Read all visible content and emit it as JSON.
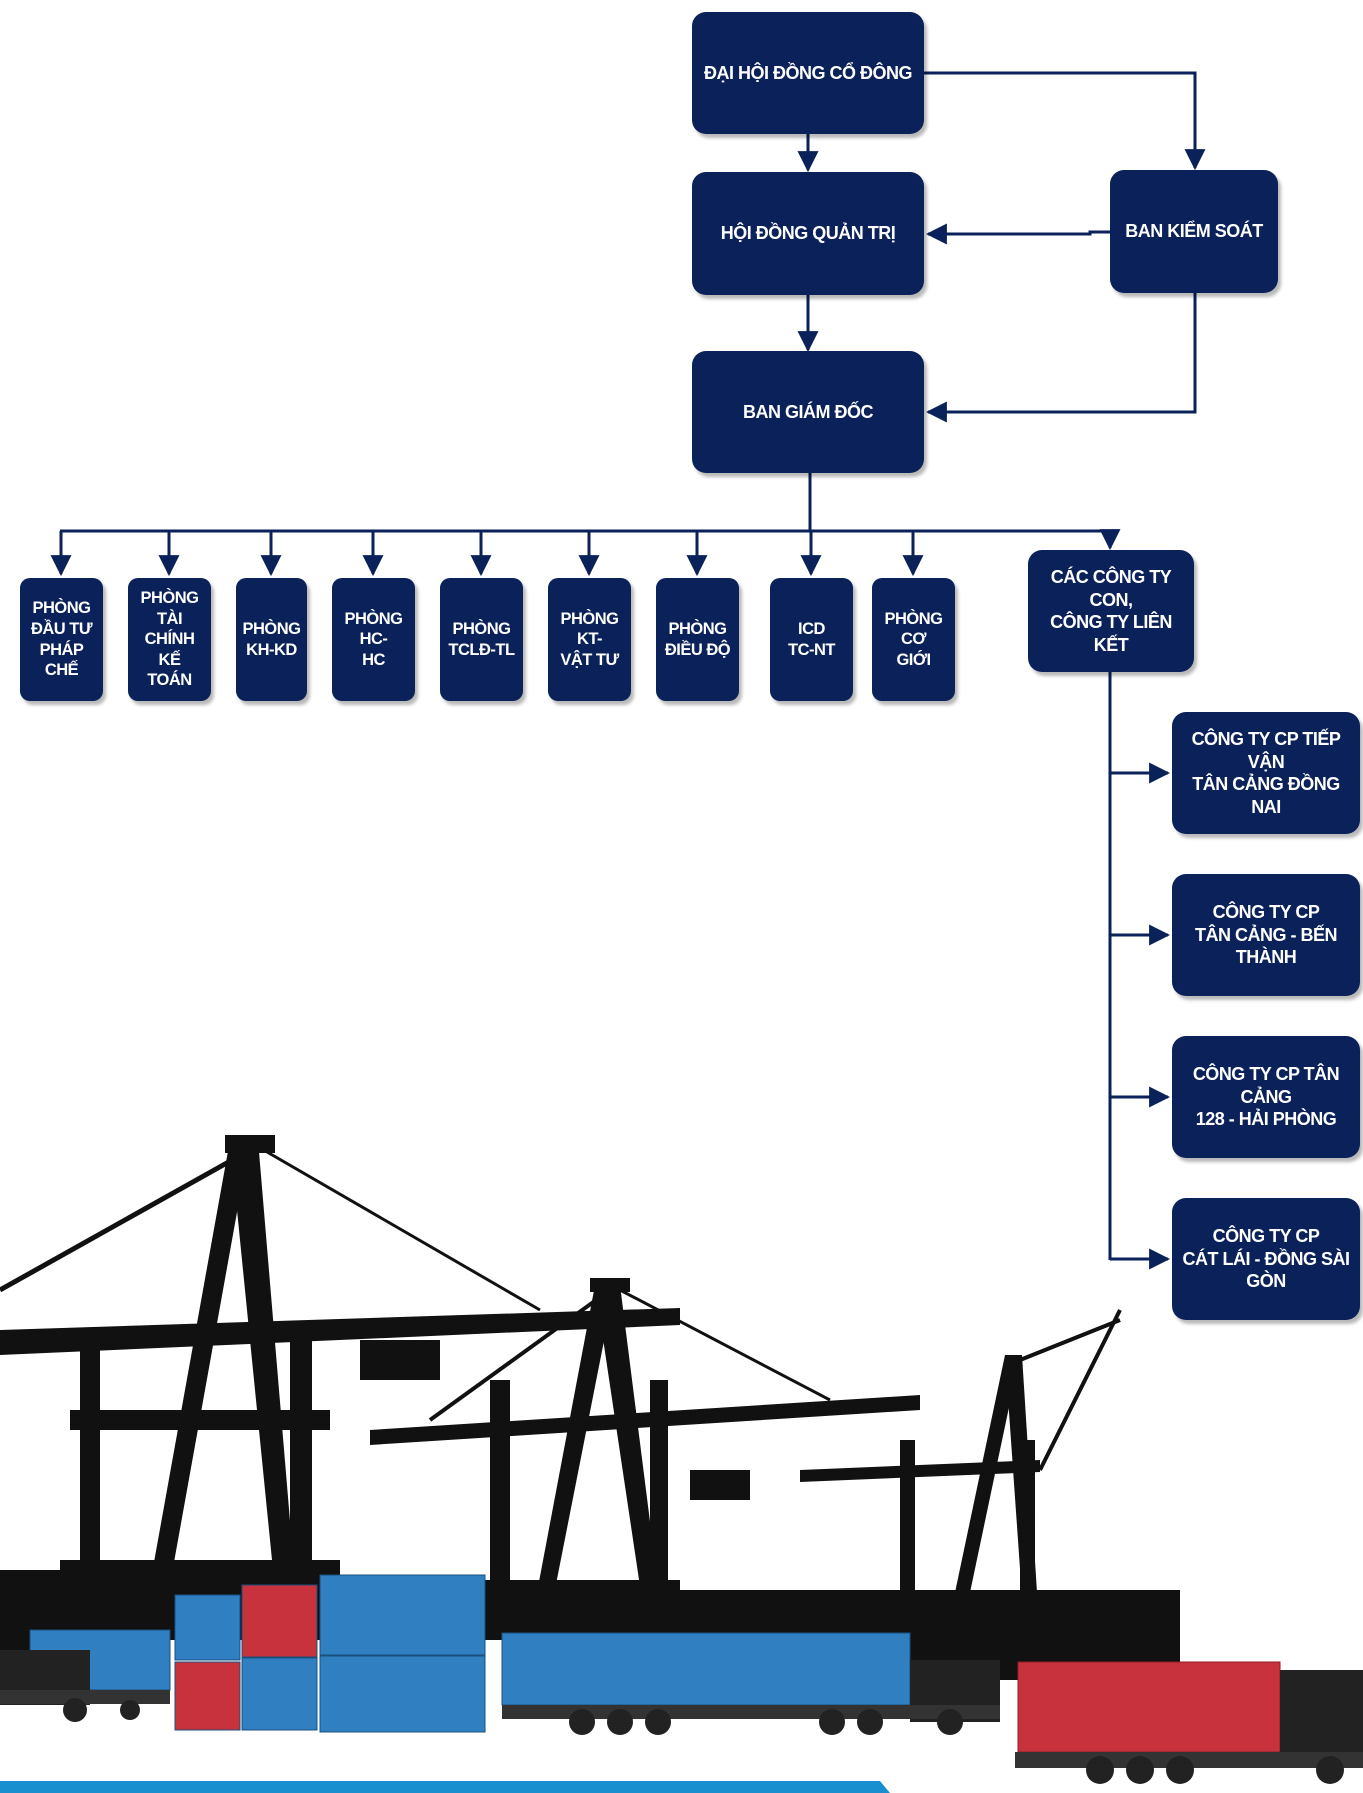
{
  "top": {
    "shareholders": "ĐẠI HỘI ĐỒNG CỔ ĐÔNG",
    "board": "HỘI ĐỒNG QUẢN TRỊ",
    "supervisory": "BAN KIỂM SOÁT",
    "directors": "BAN GIÁM ĐỐC"
  },
  "departments": [
    "PHÒNG\nĐẦU TƯ\nPHÁP CHẾ",
    "PHÒNG TÀI\nCHÍNH KẾ\nTOÁN",
    "PHÒNG\nKH-KD",
    "PHÒNG HC-\nHC",
    "PHÒNG\nTCLĐ-TL",
    "PHÒNG KT-\nVẬT TƯ",
    "PHÒNG\nĐIỀU ĐỘ",
    "ICD\nTC-NT",
    "PHÒNG CƠ\nGIỚI"
  ],
  "subsidiaries_group": "CÁC CÔNG TY CON,\nCÔNG TY LIÊN KẾT",
  "subsidiaries": [
    "CÔNG TY CP TIẾP VẬN\nTÂN CẢNG ĐỒNG NAI",
    "CÔNG TY CP\nTÂN CẢNG - BẾN THÀNH",
    "CÔNG TY CP TÂN CẢNG\n128 - HẢI PHÒNG",
    "CÔNG TY CP\nCÁT LÁI - ĐỒNG SÀI GÒN"
  ],
  "colors": {
    "box": "#0a2159",
    "connector": "#0a2159",
    "silhouette": "#111111",
    "container_blue": "#2f7fc1",
    "container_red": "#c8323c",
    "bottom_band": "#1a8fd0"
  },
  "illustration": "port-cranes-containers-trucks"
}
